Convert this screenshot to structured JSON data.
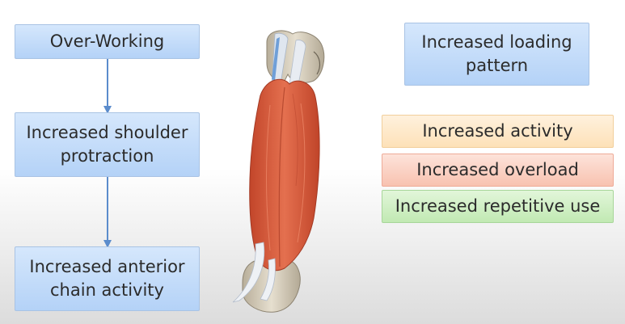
{
  "flow": {
    "overworking": "Over-Working",
    "protraction": "Increased shoulder protraction",
    "anterior": "Increased anterior chain activity"
  },
  "loading": {
    "title": "Increased loading pattern",
    "items": [
      "Increased activity",
      "Increased overload",
      "Increased repetitive use"
    ]
  },
  "colors": {
    "blue_box": "#b4d2f7",
    "orange_box": "#fde1b8",
    "red_box": "#f8c2b0",
    "green_box": "#c1e9b3",
    "arrow": "#5b8ccc",
    "muscle": "#d9583a",
    "tendon": "#e8ecf2",
    "bone": "#d9d1c0"
  },
  "icons": {
    "illustration": "upper-arm-muscle-illustration",
    "arrow": "down-arrow-icon"
  }
}
